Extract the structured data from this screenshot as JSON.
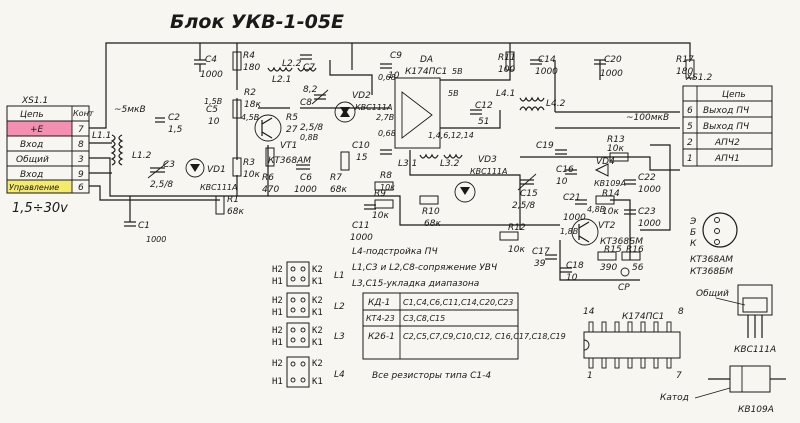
{
  "title": "Блок УКВ-1-05Е",
  "xs11": {
    "ref": "XS1.1",
    "header": {
      "label": "Цепь",
      "num": "Конт"
    },
    "rows": [
      {
        "label": "+E",
        "num": "7"
      },
      {
        "label": "Вход",
        "num": "8"
      },
      {
        "label": "Общий",
        "num": "3"
      },
      {
        "label": "Вход",
        "num": "9"
      },
      {
        "label": "Управление",
        "num": "6"
      }
    ],
    "voltage_note": "1,5÷30v"
  },
  "xs12": {
    "ref": "XS1.2",
    "header": {
      "num": "",
      "label": "Цепь"
    },
    "rows": [
      {
        "num": "6",
        "label": "Выход ПЧ"
      },
      {
        "num": "5",
        "label": "Выход ПЧ"
      },
      {
        "num": "2",
        "label": "АПЧ2"
      },
      {
        "num": "1",
        "label": "АПЧ1"
      }
    ]
  },
  "components": {
    "C1": "C1",
    "C1v": "1000",
    "C2": "C2",
    "C2v": "1,5",
    "C3": "C3",
    "C3v": "2,5/8",
    "C4": "C4",
    "C4v": "1000",
    "C5": "C5",
    "C5v": "10",
    "C6": "C6",
    "C6v": "1000",
    "C7": "C7",
    "C7v": "8,2",
    "C8": "C8",
    "C8v": "2,5/8",
    "C9": "C9",
    "C9v": "10",
    "C10": "C10",
    "C10v": "15",
    "C11": "C11",
    "C11v": "1000",
    "C12": "C12",
    "C12v": "51",
    "C14": "C14",
    "C14v": "1000",
    "C15": "C15",
    "C15v": "2,5/8",
    "C16": "C16",
    "C16v": "10",
    "C17": "C17",
    "C17v": "39",
    "C18": "C18",
    "C18v": "10",
    "C19": "C19",
    "C20": "C20",
    "C20v": "1000",
    "C21": "C21",
    "C21v": "1000",
    "C22": "C22",
    "C22v": "1000",
    "C23": "C23",
    "C23v": "1000",
    "R1": "R1",
    "R1v": "68к",
    "R2": "R2",
    "R2v": "18к",
    "R3": "R3",
    "R3v": "10к",
    "R4": "R4",
    "R4v": "180",
    "R5": "R5",
    "R5v": "27",
    "R6": "R6",
    "R6v": "470",
    "R7": "R7",
    "R7v": "68к",
    "R8": "R8",
    "R8v": "10к",
    "R9": "R9",
    "R9v": "10к",
    "R10": "R10",
    "R10v": "68к",
    "R11": "R11",
    "R11v": "100",
    "R12": "R12",
    "R12v": "10к",
    "R13": "R13",
    "R13v": "10к",
    "R14": "R14",
    "R14v": "10к",
    "R15": "R15",
    "R15v": "390",
    "R16": "R16",
    "R16v": "56",
    "R17": "R17",
    "R17v": "180",
    "L1_1": "L1.1",
    "L1_2": "L1.2",
    "L2_1": "L2.1",
    "L2_2": "L2.2",
    "L3_1": "L3.1",
    "L3_2": "L3.2",
    "L4_1": "L4.1",
    "L4_2": "L4.2",
    "VT1": "VT1",
    "VT1t": "КТ368АМ",
    "VT2": "VT2",
    "VT2t": "КТ368БМ",
    "VD1": "VD1",
    "VD1t": "КВС111А",
    "VD2": "VD2",
    "VD2t": "КВС111А",
    "VD3": "VD3",
    "VD3t": "КВС111А",
    "VD4": "VD4",
    "VD4t": "КВ109А",
    "DA1": "DA",
    "DA1t": "К174ПС1",
    "CP": "СР"
  },
  "voltages": {
    "v1": "~5мкВ",
    "v2": "~100мкВ",
    "v3": "1,5В",
    "v4": "4,5В",
    "v5": "0,8В",
    "v6": "5В",
    "v7": "5В",
    "v8": "2,7В",
    "v9": "0,68",
    "v10": "0,68",
    "v11": "1,4,6,12,14",
    "v12": "4,8В",
    "v13": "1,8В"
  },
  "notes": [
    "L4-подстройка ПЧ",
    "L1,C3 и L2,C8-сопряжение УВЧ",
    "L3,C15-укладка диапазона"
  ],
  "cap_table": [
    {
      "type": "КД-1",
      "list": "С1,С4,С6,С11,С14,С20,С23"
    },
    {
      "type": "КТ4-23",
      "list": "С3,С8,С15"
    },
    {
      "type": "К26-1",
      "list": "С2,С5,С7,С9,С10,С12,  С16,С17,С18,С19"
    }
  ],
  "resistors_note": "Все резисторы типа С1-4",
  "coils": [
    {
      "name": "L1",
      "pins": [
        "Н2",
        "К2",
        "Н1",
        "К1"
      ]
    },
    {
      "name": "L2",
      "pins": [
        "Н2",
        "К2",
        "Н1",
        "К1"
      ]
    },
    {
      "name": "L3",
      "pins": [
        "Н2",
        "К2",
        "Н1",
        "К1"
      ]
    },
    {
      "name": "L4",
      "pins": [
        "Н2",
        "Н1",
        "К2",
        "К1"
      ]
    }
  ],
  "transistor_pinout": {
    "labels": [
      "Э",
      "Б",
      "К"
    ],
    "types": [
      "КТ368АМ",
      "КТ368БМ"
    ]
  },
  "ic_pinout": {
    "name": "К174ПС1",
    "pin14": "14",
    "pin8": "8",
    "pin1": "1",
    "pin7": "7"
  },
  "kvs_pinout": {
    "label": "Общий",
    "type": "КВС111А"
  },
  "kv_pinout": {
    "label": "Катод",
    "type": "КВ109А"
  }
}
